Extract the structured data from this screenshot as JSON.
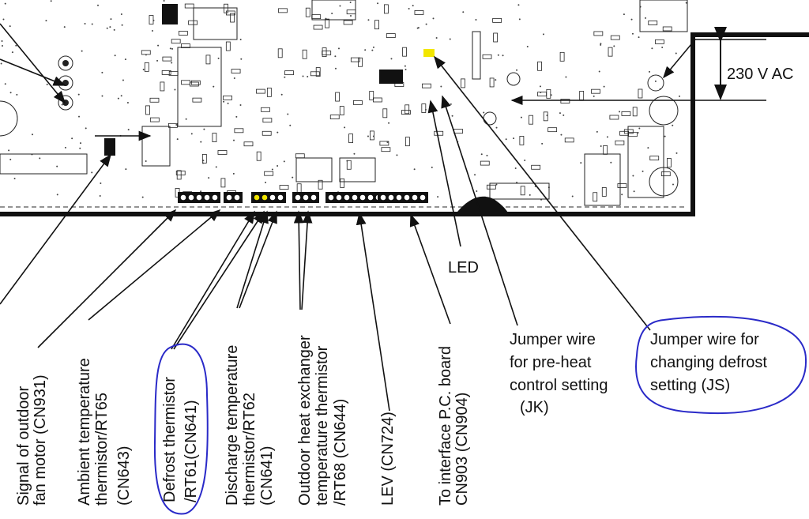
{
  "voltage_label": "230 V AC",
  "led_label": "LED",
  "jumper_jk": [
    "Jumper wire",
    "for pre-heat",
    "control setting",
    "(JK)"
  ],
  "jumper_js": [
    "Jumper wire for",
    "changing defrost",
    "setting (JS)"
  ],
  "bottom_labels": {
    "fan_motor": [
      "Signal of outdoor",
      "fan motor (CN931)"
    ],
    "ambient": [
      "Ambient temperature",
      "thermistor/RT65",
      "(CN643)"
    ],
    "defrost": [
      "Defrost thermistor",
      "/RT61(CN641)"
    ],
    "discharge": [
      "Discharge temperature",
      "thermistor/RT62",
      "(CN641)"
    ],
    "outdoor_hx": [
      "Outdoor heat exchanger",
      "temperature thermistor",
      "/RT68 (CN644)"
    ],
    "lev": [
      "LEV (CN724)"
    ],
    "interface": [
      "To interface P.C. board",
      "CN903 (CN904)"
    ]
  },
  "colors": {
    "highlight_circle": "#2a2ac8",
    "connector_highlight": "#f2e600",
    "ink": "#111111"
  }
}
